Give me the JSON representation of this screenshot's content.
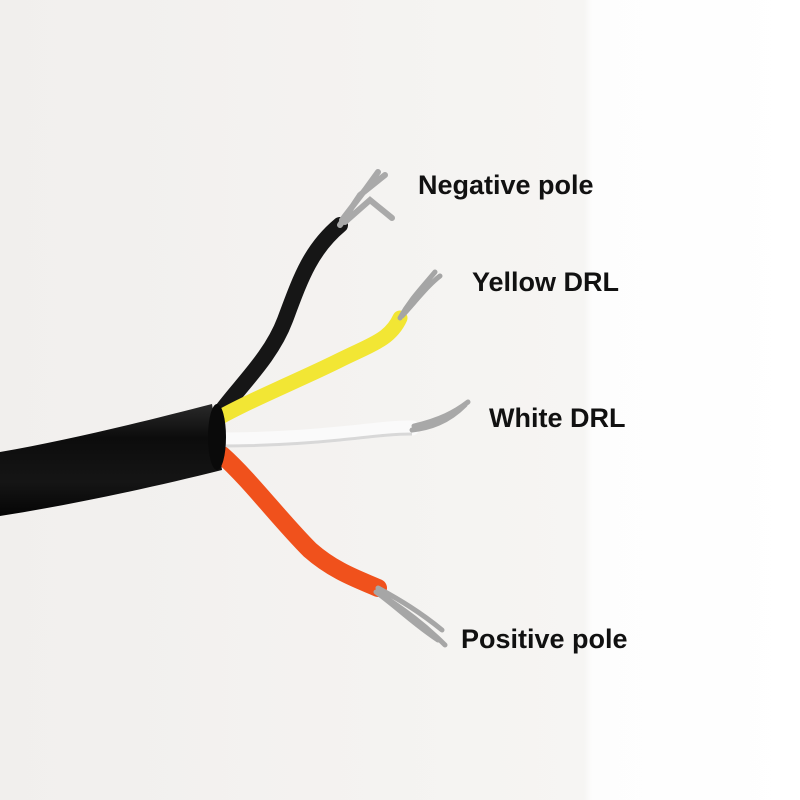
{
  "labels": {
    "negative": "Negative pole",
    "yellow": "Yellow DRL",
    "white": "White DRL",
    "positive": "Positive pole"
  },
  "colors": {
    "sheath": "#111111",
    "black_wire": "#161616",
    "yellow_wire": "#f2e634",
    "white_wire": "#f7f7f7",
    "orange_wire": "#f0511c",
    "strands": "#a8a8a8"
  }
}
